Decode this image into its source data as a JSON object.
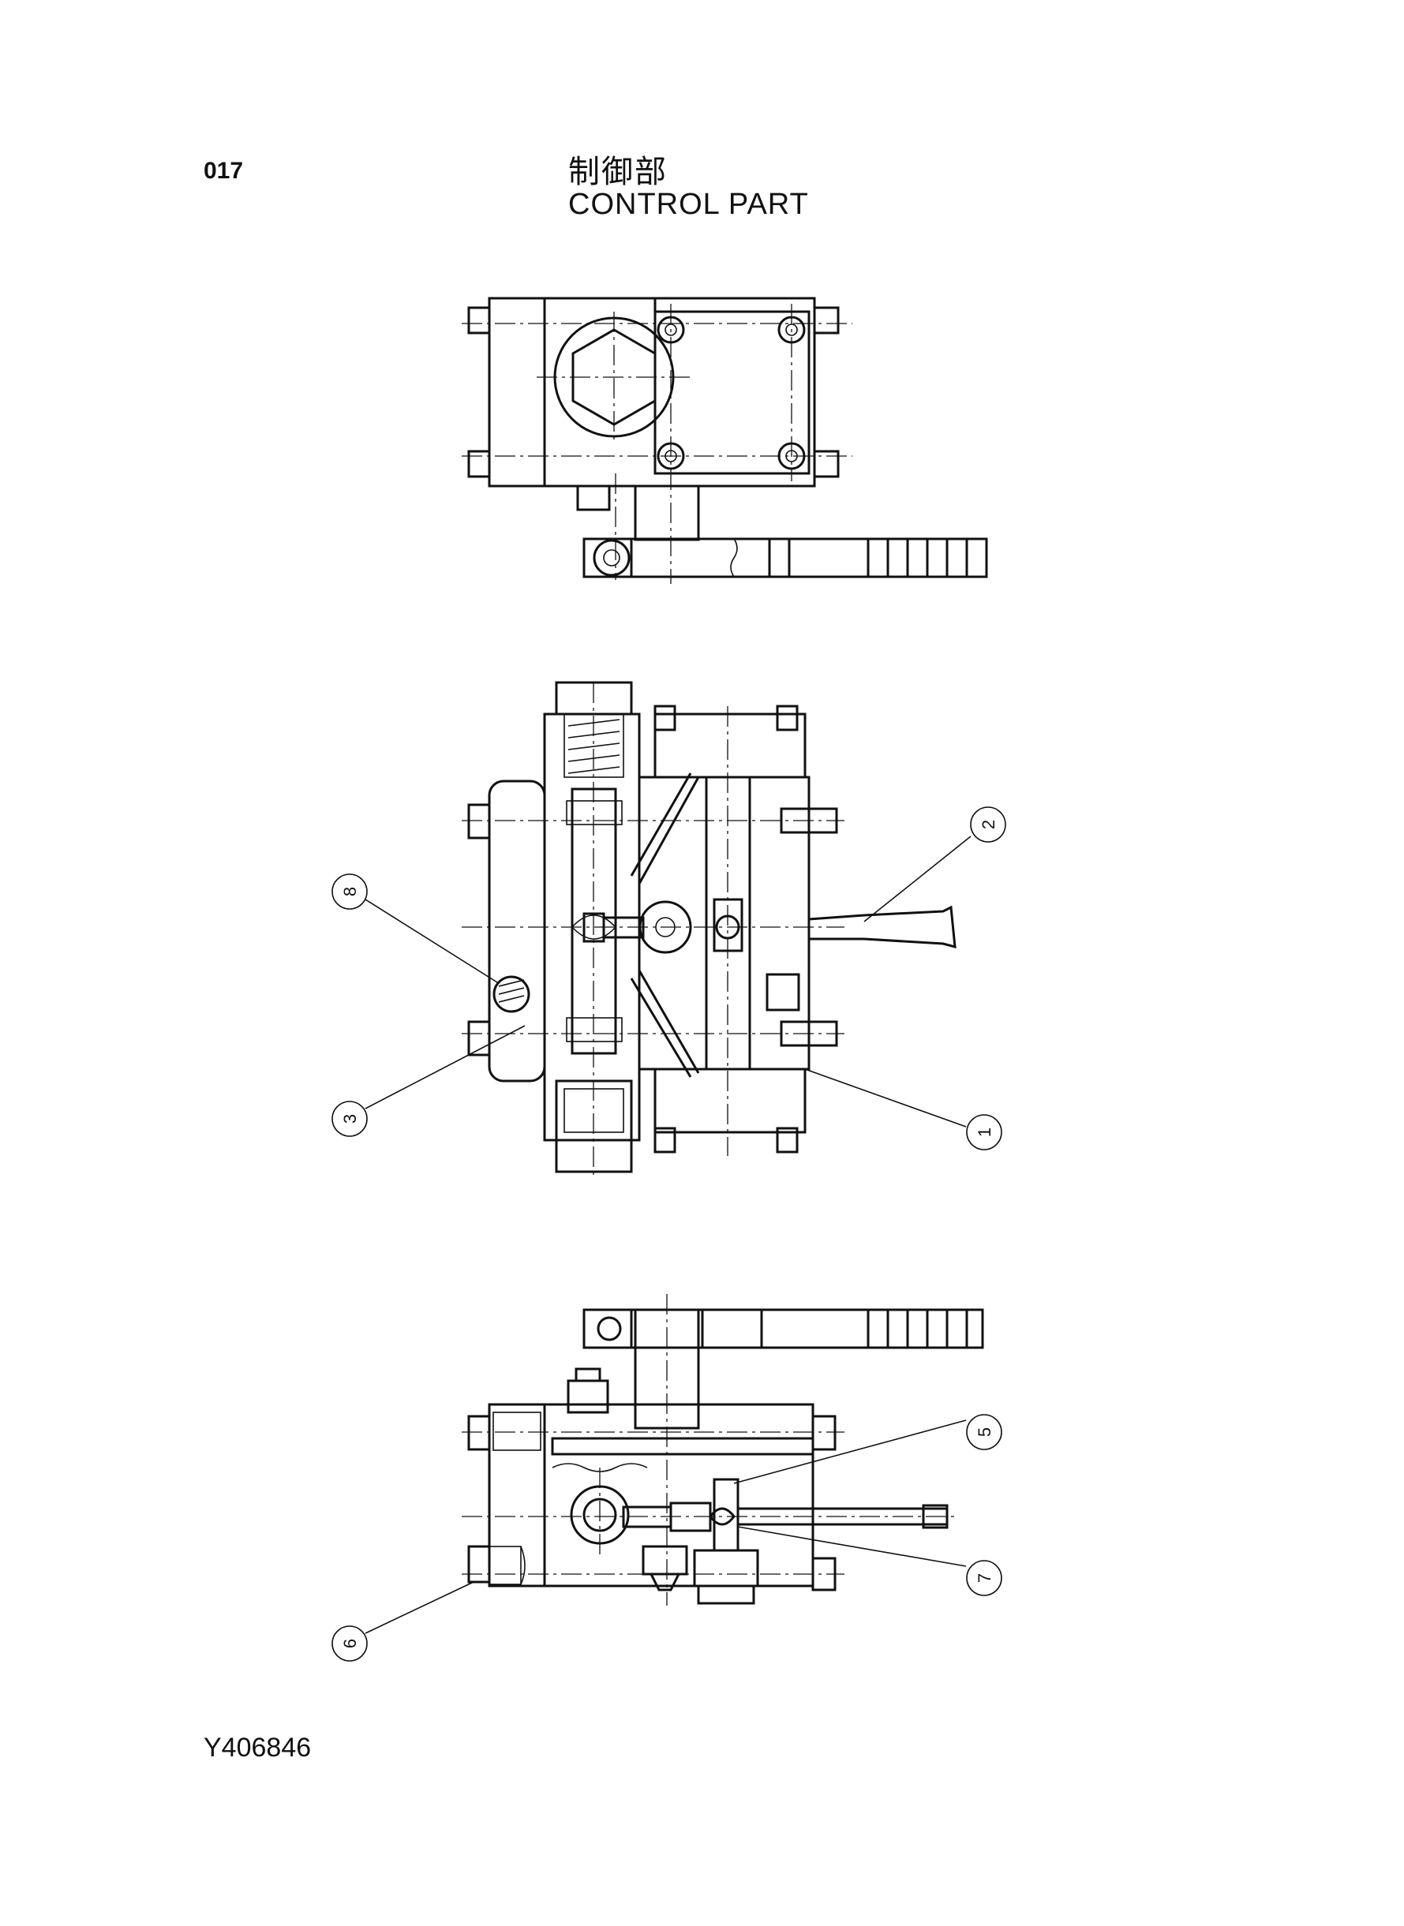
{
  "header": {
    "page_number": "017",
    "title_jp": "制御部",
    "title_en": "CONTROL PART"
  },
  "footer": {
    "document_id": "Y406846"
  },
  "callouts": [
    {
      "label": "1"
    },
    {
      "label": "2"
    },
    {
      "label": "3"
    },
    {
      "label": "5"
    },
    {
      "label": "6"
    },
    {
      "label": "7"
    },
    {
      "label": "8"
    }
  ]
}
